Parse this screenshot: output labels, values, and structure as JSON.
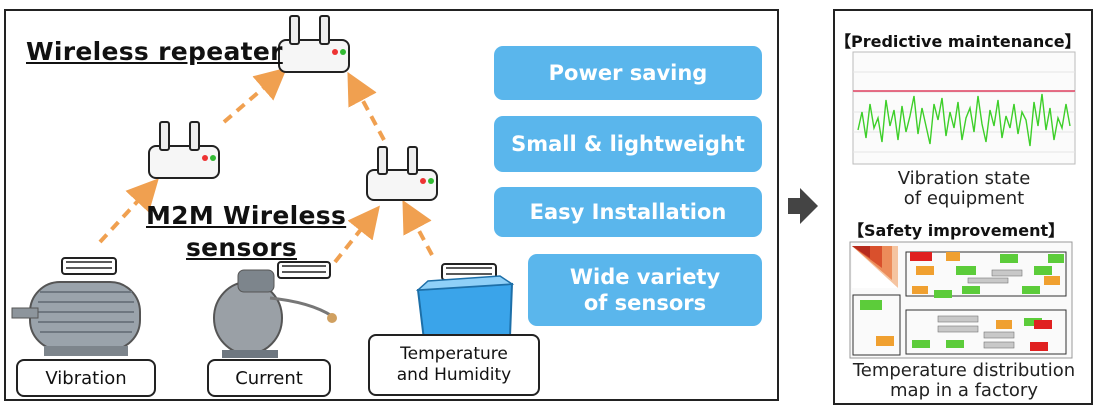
{
  "diagram": {
    "repeater_title": "Wireless repeater",
    "sensors_title_line1": "M2M Wireless",
    "sensors_title_line2": "sensors",
    "features": [
      "Power saving",
      "Small & lightweight",
      "Easy Installation",
      "Wide variety",
      "of sensors"
    ],
    "sensor_labels": {
      "vibration": "Vibration",
      "current": "Current",
      "temp_line1": "Temperature",
      "temp_line2": "and Humidity"
    }
  },
  "results": {
    "predictive_title": "【Predictive maintenance】",
    "vibration_caption_line1": "Vibration state",
    "vibration_caption_line2": "of equipment",
    "safety_title": "【Safety improvement】",
    "temperature_caption_line1": "Temperature distribution",
    "temperature_caption_line2": "map in a factory"
  },
  "colors": {
    "feature_blue": "#5ab6ec",
    "arrow_orange": "#f0a050",
    "signal_green": "#3ecf2a",
    "threshold_red": "#e04060"
  }
}
